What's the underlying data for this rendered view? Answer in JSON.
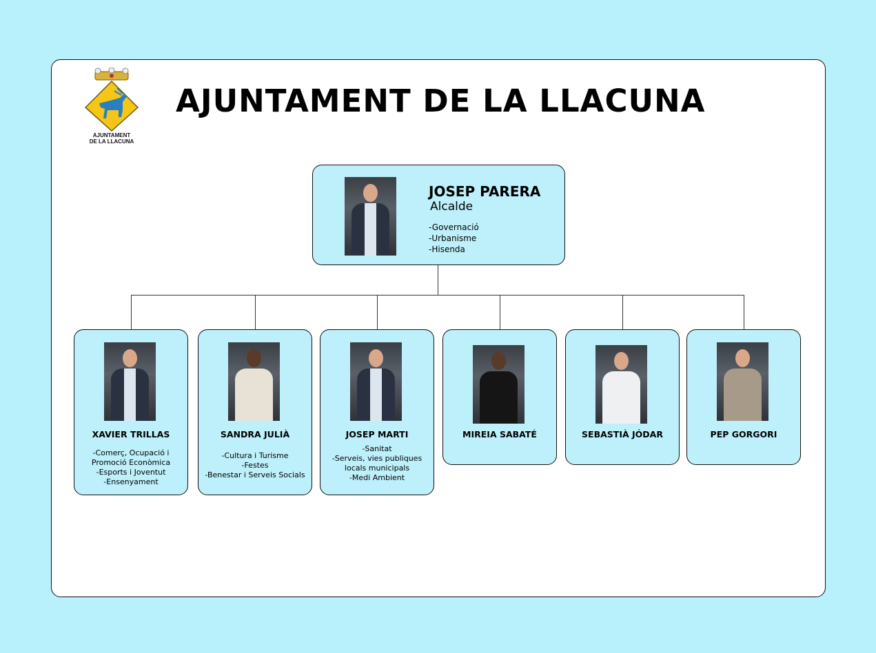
{
  "logo": {
    "text_line1": "AJUNTAMENT",
    "text_line2": "DE LA LLACUNA"
  },
  "title": "AJUNTAMENT DE LA LLACUNA",
  "mayor": {
    "name": "JOSEP PARERA",
    "role": "Alcalde",
    "areas": [
      "-Governació",
      "-Urbanisme",
      "-Hisenda"
    ]
  },
  "members": [
    {
      "name": "XAVIER TRILLAS",
      "areas": [
        "-Comerç, Ocupació i",
        "Promoció Econòmica",
        "-Esports i Joventut",
        "-Ensenyament"
      ]
    },
    {
      "name": "SANDRA JULIÀ",
      "areas": [
        "-Cultura i Turisme",
        "-Festes",
        "-Benestar i Serveis Socials"
      ]
    },
    {
      "name": "JOSEP MARTI",
      "areas": [
        "-Sanitat",
        "-Serveis, vies publiques",
        "locals municipals",
        "-Medi Ambient"
      ]
    },
    {
      "name": "MIREIA SABATÉ",
      "areas": []
    },
    {
      "name": "SEBASTIÀ JÓDAR",
      "areas": []
    },
    {
      "name": "PEP GORGORI",
      "areas": []
    }
  ],
  "colors": {
    "background": "#b8f0fc",
    "box": "#bdf0fb"
  }
}
